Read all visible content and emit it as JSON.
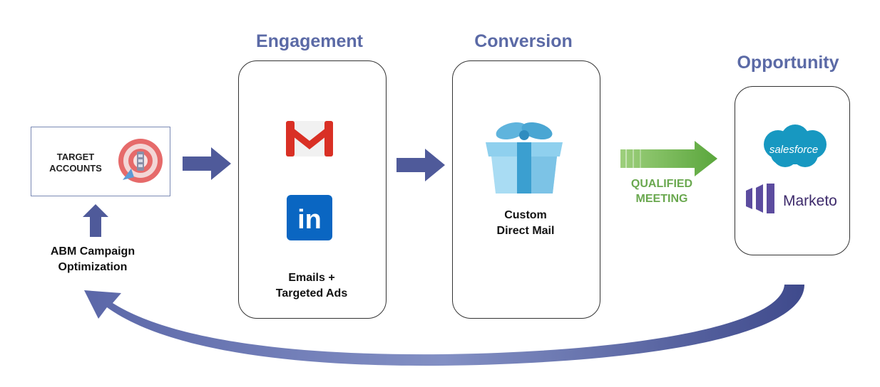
{
  "stages": {
    "engagement": "Engagement",
    "conversion": "Conversion",
    "opportunity": "Opportunity"
  },
  "target": {
    "line1": "TARGET",
    "line2": "ACCOUNTS"
  },
  "feedback": {
    "line1": "ABM Campaign",
    "line2": "Optimization"
  },
  "engagement_card": {
    "line1": "Emails +",
    "line2": "Targeted Ads"
  },
  "conversion_card": {
    "line1": "Custom",
    "line2": "Direct Mail"
  },
  "transition": {
    "line1": "QUALIFIED",
    "line2": "MEETING"
  },
  "logos": {
    "salesforce": "salesforce",
    "marketo": "Marketo",
    "linkedin": "in"
  },
  "colors": {
    "accent": "#5b6aa6",
    "qualified": "#6aa84f",
    "arrow": "#4f5a9a"
  },
  "icons": [
    "target-icon",
    "gmail-icon",
    "linkedin-icon",
    "gift-icon",
    "salesforce-icon",
    "marketo-icon"
  ]
}
